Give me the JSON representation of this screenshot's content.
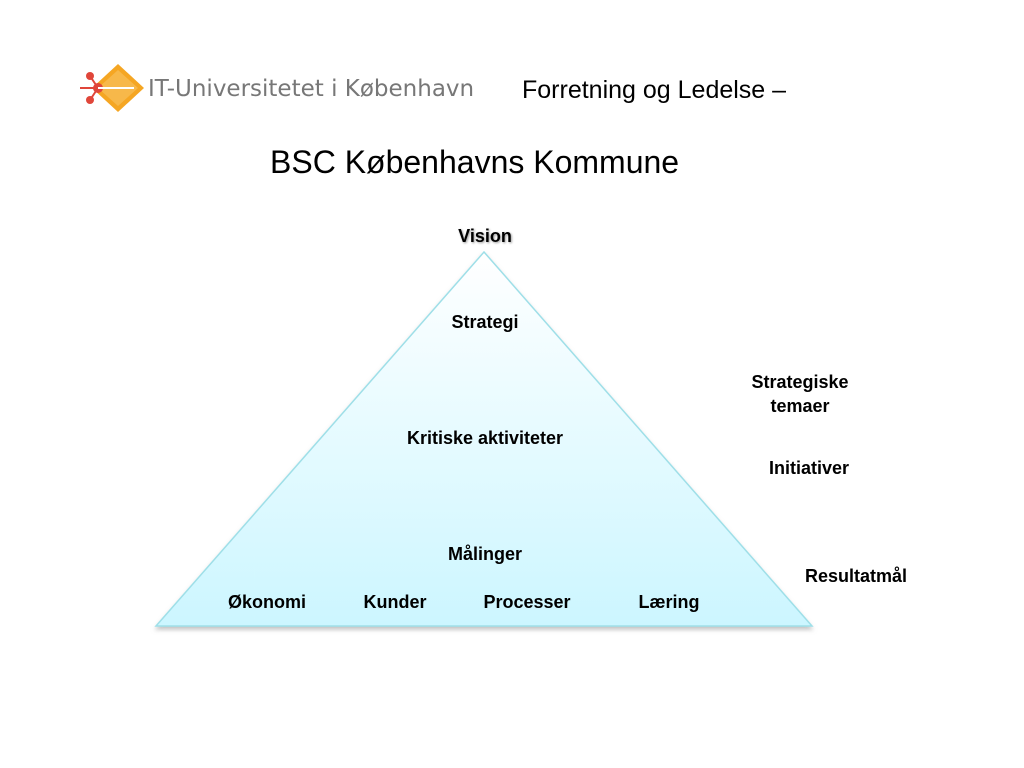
{
  "header": {
    "logo_text": "IT-Universitetet i København",
    "subtitle": "Forretning og Ledelse –"
  },
  "title": "BSC Københavns Kommune",
  "pyramid": {
    "apex": "Vision",
    "levels": [
      "Strategi",
      "Kritiske aktiviteter",
      "Målinger"
    ],
    "perspectives": [
      "Økonomi",
      "Kunder",
      "Processer",
      "Læring"
    ],
    "fill_top": "#ffffff",
    "fill_bottom": "#ccf6ff",
    "edge": "#9edfe8"
  },
  "side_labels": {
    "strategic_themes_line1": "Strategiske",
    "strategic_themes_line2": "temaer",
    "initiatives": "Initiativer",
    "result_goals": "Resultatmål"
  }
}
